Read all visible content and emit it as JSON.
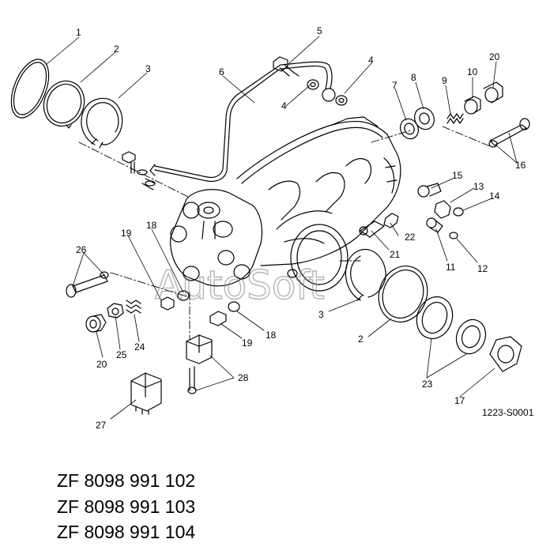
{
  "diagram": {
    "watermark": "AutoSoft",
    "drawing_code": "1223-S0001",
    "callouts": [
      "1",
      "2",
      "3",
      "4",
      "4",
      "5",
      "6",
      "7",
      "8",
      "9",
      "10",
      "20",
      "15",
      "13",
      "14",
      "16",
      "22",
      "21",
      "11",
      "12",
      "26",
      "19",
      "18",
      "3",
      "2",
      "20",
      "25",
      "24",
      "19",
      "18",
      "28",
      "23",
      "17",
      "27"
    ]
  },
  "part_numbers": [
    "ZF 8098 991 102",
    "ZF 8098 991 103",
    "ZF 8098 991 104"
  ]
}
